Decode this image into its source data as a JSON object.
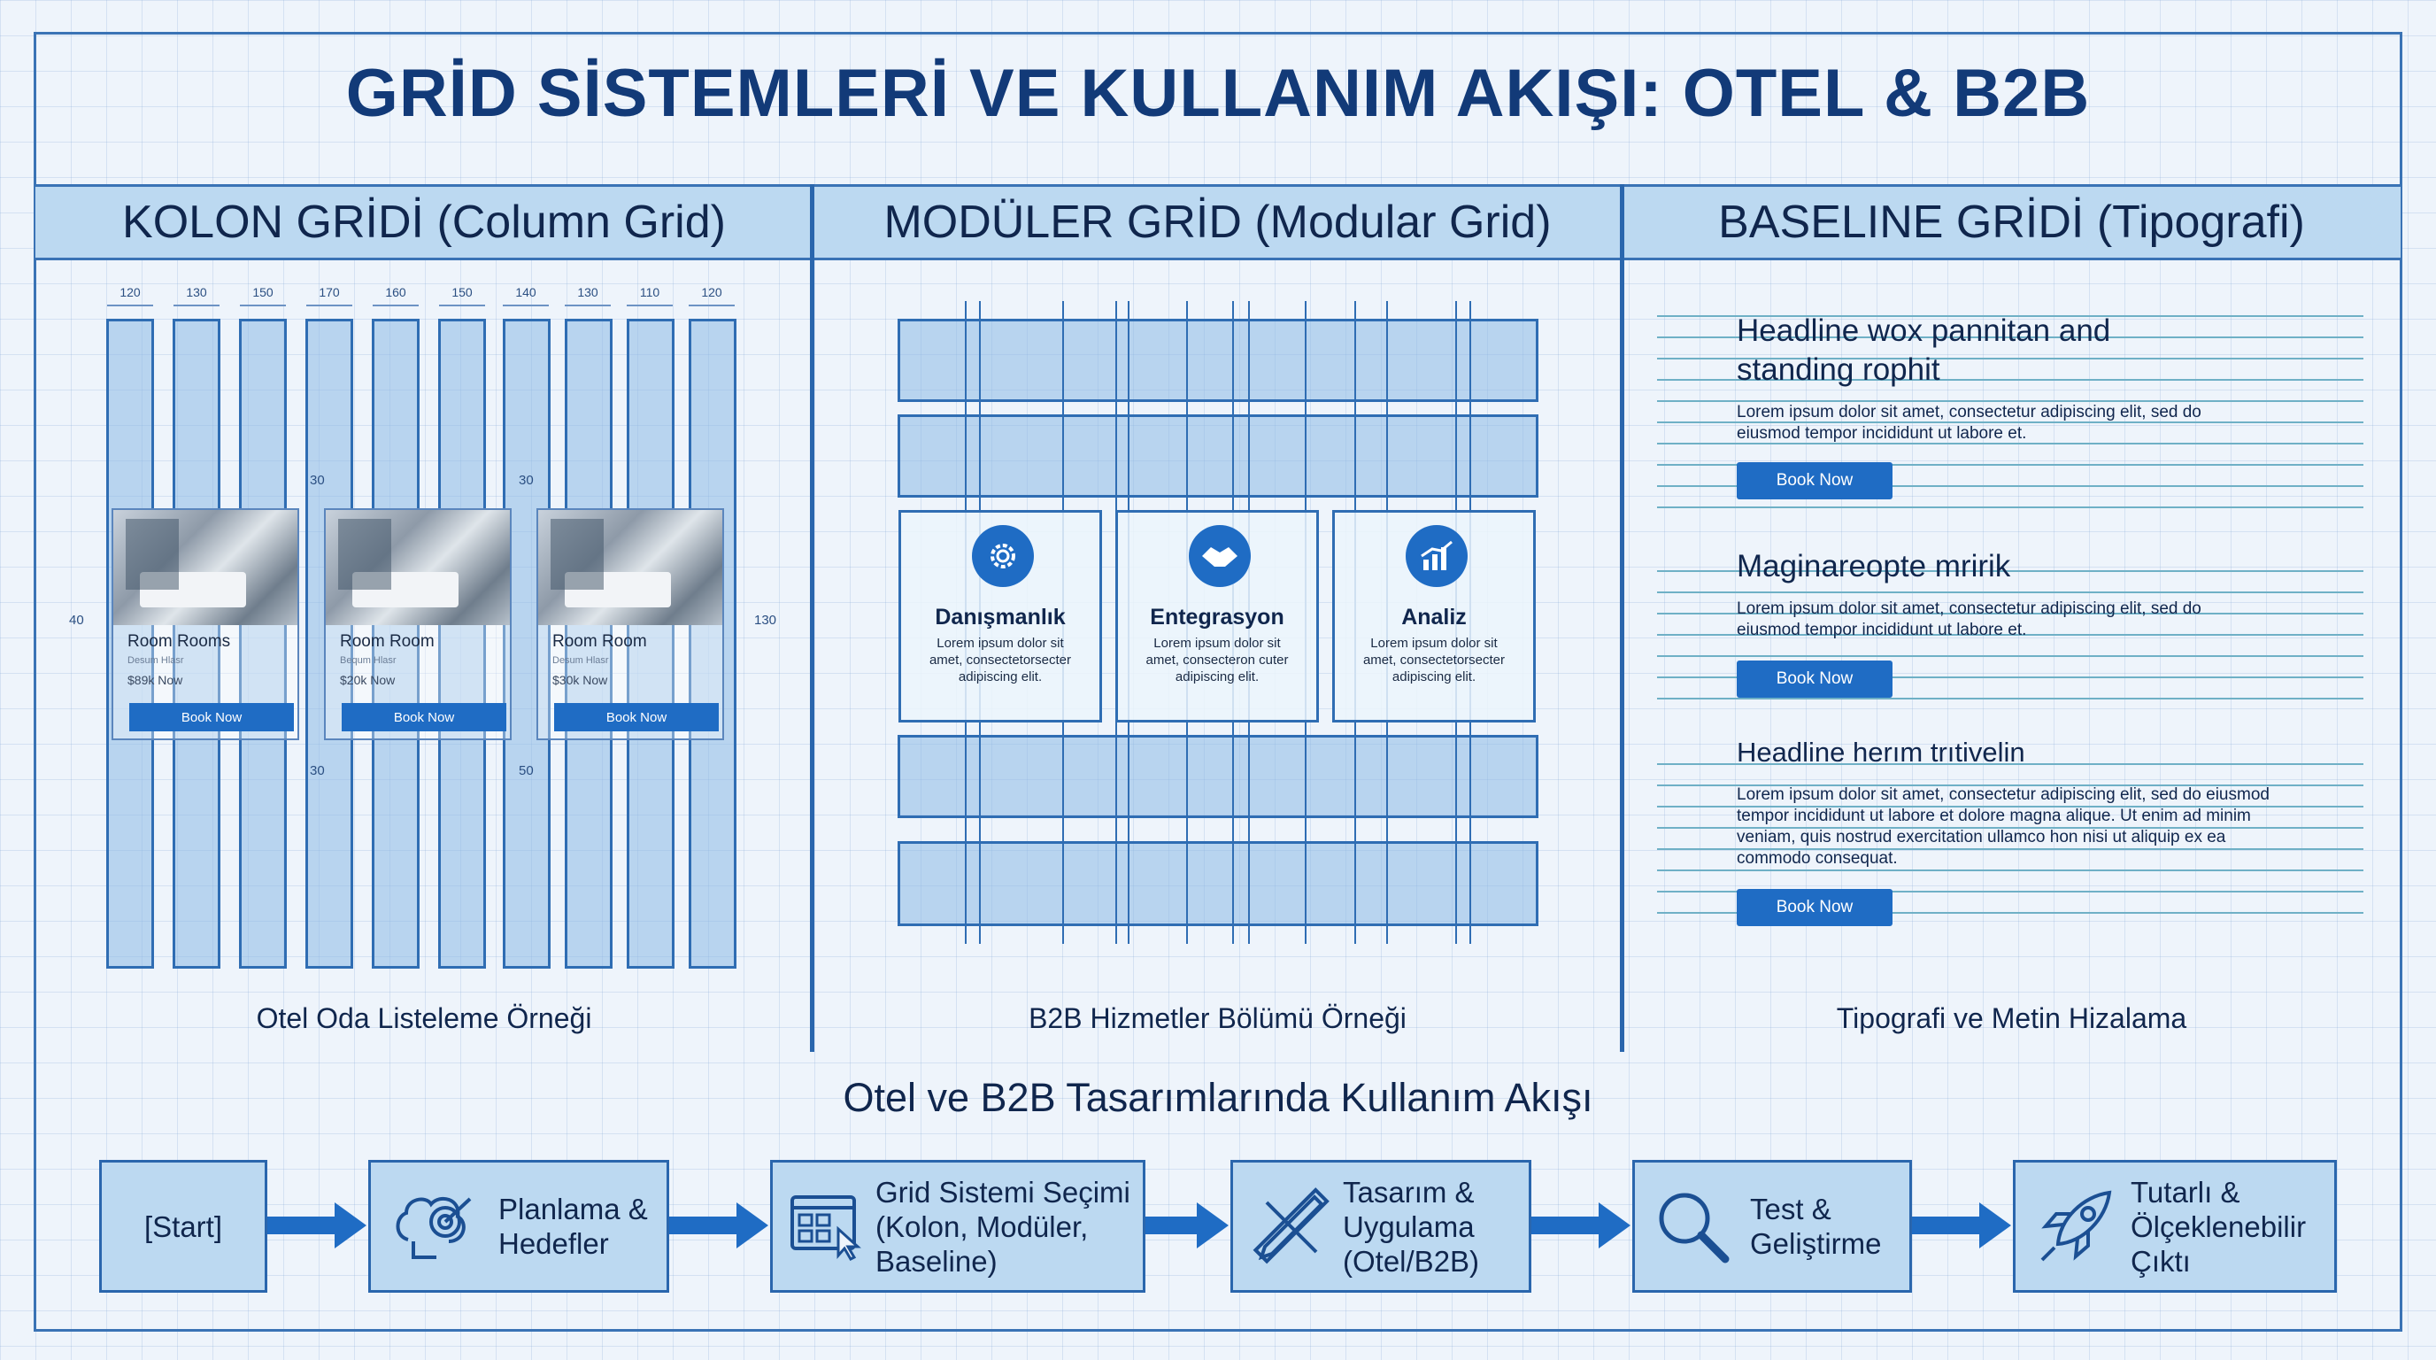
{
  "title": "GRİD SİSTEMLERİ VE KULLANIM AKIŞI: OTEL & B2B",
  "panels": [
    {
      "heading": "KOLON GRİDİ (Column Grid)",
      "caption": "Otel Oda Listeleme Örneği"
    },
    {
      "heading": "MODÜLER GRİD (Modular Grid)",
      "caption": "B2B Hizmetler Bölümü Örneği"
    },
    {
      "heading": "BASELINE GRİDİ (Tipografi)",
      "caption": "Tipografi ve Metin Hizalama"
    }
  ],
  "column_grid": {
    "widths": [
      "120",
      "130",
      "150",
      "170",
      "160",
      "150",
      "140",
      "130",
      "110",
      "120"
    ],
    "dims": {
      "left": "40",
      "right": "130",
      "top_a": "30",
      "top_b": "30",
      "bottom_a": "30",
      "bottom_b": "50"
    },
    "cards": [
      {
        "name": "Room Rooms",
        "sub": "Desum Hlasr",
        "price": "$89k Now",
        "button": "Book Now"
      },
      {
        "name": "Room Room",
        "sub": "Bequm Hlasr",
        "price": "$20k Now",
        "button": "Book Now"
      },
      {
        "name": "Room Room",
        "sub": "Desum Hlasr",
        "price": "$30k Now",
        "button": "Book Now"
      }
    ]
  },
  "modular_grid": {
    "services": [
      {
        "title": "Danışmanlık",
        "text": "Lorem ipsum dolor sit amet, consectetorsecter adipiscing elit.",
        "icon": "gear-icon"
      },
      {
        "title": "Entegrasyon",
        "text": "Lorem ipsum dolor sit amet, consecteron cuter adipiscing elit.",
        "icon": "handshake-icon"
      },
      {
        "title": "Analiz",
        "text": "Lorem ipsum dolor sit amet, consectetorsecter adipiscing elit.",
        "icon": "chart-icon"
      }
    ]
  },
  "baseline_grid": {
    "blocks": [
      {
        "headline": "Headline wox pannitan and standing rophit",
        "body": "Lorem ipsum dolor sit amet, consectetur adipiscing elit, sed do eiusmod tempor incididunt ut labore et.",
        "button": "Book Now"
      },
      {
        "headline": "Maginareopte mririk",
        "body": "Lorem ipsum dolor sit amet, consectetur adipiscing elit, sed do eiusmod tempor incididunt ut labore et.",
        "button": "Book Now"
      },
      {
        "headline": "Headline herım trıtivelin",
        "body": "Lorem ipsum dolor sit amet, consectetur adipiscing elit, sed do eiusmod tempor incididunt ut labore et dolore magna alique. Ut enim ad minim veniam, quis nostrud exercitation ullamco hon nisi ut aliquip ex ea commodo consequat.",
        "button": "Book Now"
      }
    ]
  },
  "flow": {
    "title": "Otel ve B2B Tasarımlarında Kullanım Akışı",
    "steps": [
      {
        "label": "[Start]",
        "icon": ""
      },
      {
        "label": "Planlama & Hedefler",
        "icon": "brain-target-icon"
      },
      {
        "label": "Grid Sistemi Seçimi (Kolon, Modüler, Baseline)",
        "icon": "grid-layout-icon"
      },
      {
        "label": "Tasarım & Uygulama (Otel/B2B)",
        "icon": "pencil-ruler-icon"
      },
      {
        "label": "Test & Geliştirme",
        "icon": "magnifier-icon"
      },
      {
        "label": "Tutarlı & Ölçeklenebilir Çıktı",
        "icon": "rocket-icon"
      }
    ]
  },
  "colors": {
    "accent": "#1f6cc4",
    "panel": "#bcd9f1",
    "line": "#2a66ad",
    "text": "#10264d"
  }
}
